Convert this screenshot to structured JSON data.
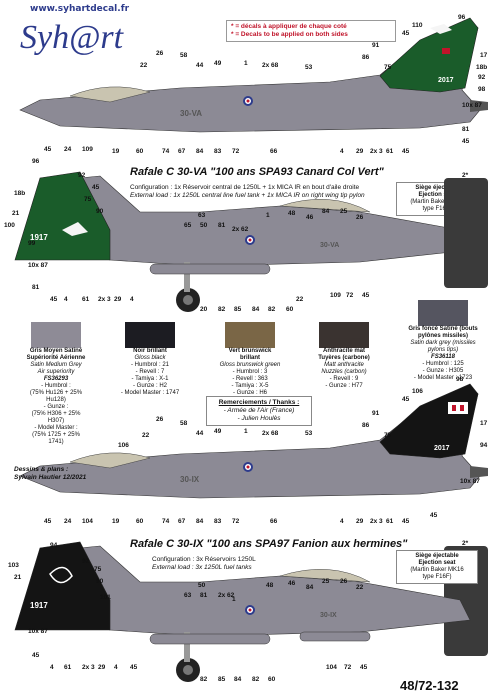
{
  "brand": {
    "url": "www.syhartdecal.fr",
    "logo_text": "Syh@rt"
  },
  "legend": {
    "fr": "* = décals à appliquer de chaque coté",
    "en": "* = Decals to be applied on both sides"
  },
  "scheme1": {
    "title": "Rafale C 30-VA \"100 ans SPA93 Canard Col Vert\"",
    "config_fr": "Configuration : 1x Réservoir central de 1250L + 1x MICA IR en bout d'aile droite",
    "config_en": "External load : 1x 1250L central line fuel tank + 1x MICA IR on right wing tip pylon",
    "code": "30-VA",
    "tail_year": "2017",
    "fin_year": "1917"
  },
  "scheme2": {
    "title": "Rafale C 30-IX \"100 ans SPA97 Fanion aux hermines\"",
    "config_fr": "Configuration : 3x Réservoirs 1250L",
    "config_en": "External load : 3x 1250L fuel tanks",
    "code": "30-IX",
    "tail_year": "2017",
    "fin_year": "1917"
  },
  "seat": {
    "line1": "Siège éjectable",
    "line2": "Ejection seat",
    "line3": "(Martin Baker MK16",
    "line4": "type F16F)",
    "callout": "2*"
  },
  "paints": [
    {
      "color": "#8e8b96",
      "fr": "Gris Moyen Satiné Supériorité Aérienne",
      "en": "Satin Medium Grey Air superiority",
      "fs": "FS36293",
      "lines": [
        "- Humbrol :",
        "(75% Hu126 + 25% Hu128)",
        "- Gunze :",
        "(75% H306 + 25% H307)",
        "- Model Master :",
        "(75% 1725 + 25% 1741)"
      ]
    },
    {
      "color": "#1c1c22",
      "fr": "Noir brillant",
      "en": "Gloss black",
      "fs": "",
      "lines": [
        "- Humbrol : 21",
        "- Revell : 7",
        "- Tamiya : X-1",
        "- Gunze : H2",
        "- Model Master : 1747"
      ]
    },
    {
      "color": "#7a6646",
      "fr": "Vert brunswick brillant",
      "en": "Gloss brunswick green",
      "fs": "",
      "lines": [
        "- Humbrol : 3",
        "- Revell : 363",
        "- Tamiya : X-5",
        "- Gunze : H6"
      ]
    },
    {
      "color": "#3a3330",
      "fr": "Anthracite mat Tuyères (carbone)",
      "en": "Matt anthracite Nuzzles (carbon)",
      "fs": "",
      "lines": [
        "- Revell : 9",
        "- Gunze : H77"
      ]
    },
    {
      "color": "#555560",
      "fr": "Gris foncé Satiné (bouts pylônes missiles)",
      "en": "Satin dark grey (missiles pylons tips)",
      "fs": "FS36118",
      "lines": [
        "- Humbrol : 125",
        "- Gunze : H305",
        "- Model Master : 1723"
      ]
    }
  ],
  "thanks": {
    "title": "Remerciements / Thanks :",
    "l1": "- Armée de l'Air (France)",
    "l2": "- Julien Houlès"
  },
  "credits": {
    "l1": "Dessins & plans :",
    "l2": "Sylvain Hautier 12/2021"
  },
  "ref": "48/72-132",
  "callouts_top1": [
    "22",
    "26",
    "58",
    "44",
    "49",
    "1",
    "2x 68",
    "53",
    "91",
    "86",
    "75",
    "45",
    "110",
    "96",
    "17",
    "18b",
    "92",
    "98",
    "10x 87",
    "81",
    "45"
  ],
  "callouts_bot1": [
    "45",
    "24",
    "109",
    "19",
    "60",
    "74",
    "67",
    "84",
    "83",
    "72",
    "66",
    "4",
    "29",
    "2x 3",
    "61",
    "45"
  ],
  "callouts_side2": [
    "96",
    "18b",
    "92",
    "45",
    "75",
    "90",
    "21",
    "100",
    "99",
    "10x 87",
    "81",
    "45",
    "4",
    "61",
    "2x 3",
    "29",
    "4",
    "65",
    "63",
    "50",
    "81",
    "2x 62",
    "1",
    "48",
    "46",
    "84",
    "25",
    "26",
    "22",
    "20",
    "82",
    "85",
    "84",
    "82",
    "60",
    "109",
    "72",
    "45"
  ],
  "callouts_top3": [
    "22",
    "26",
    "58",
    "44",
    "49",
    "1",
    "2x 68",
    "53",
    "106",
    "91",
    "86",
    "75",
    "45",
    "106",
    "98",
    "17",
    "94",
    "10x 87",
    "45"
  ],
  "callouts_bot3": [
    "45",
    "24",
    "104",
    "19",
    "60",
    "74",
    "67",
    "84",
    "83",
    "72",
    "66",
    "4",
    "29",
    "2x 3",
    "61",
    "45"
  ],
  "callouts_side4": [
    "94",
    "103",
    "21",
    "92",
    "75",
    "90",
    "101",
    "10x 87",
    "45",
    "4",
    "61",
    "2x 3",
    "29",
    "4",
    "45",
    "63",
    "50",
    "81",
    "2x 62",
    "1",
    "48",
    "46",
    "84",
    "25",
    "26",
    "22",
    "82",
    "85",
    "84",
    "82",
    "60",
    "104",
    "72",
    "45"
  ],
  "colors": {
    "green": "#1a5c2a",
    "black": "#141414",
    "grey": "#8c8a95",
    "ink": "#2d3b8c",
    "red": "#c0142a"
  }
}
